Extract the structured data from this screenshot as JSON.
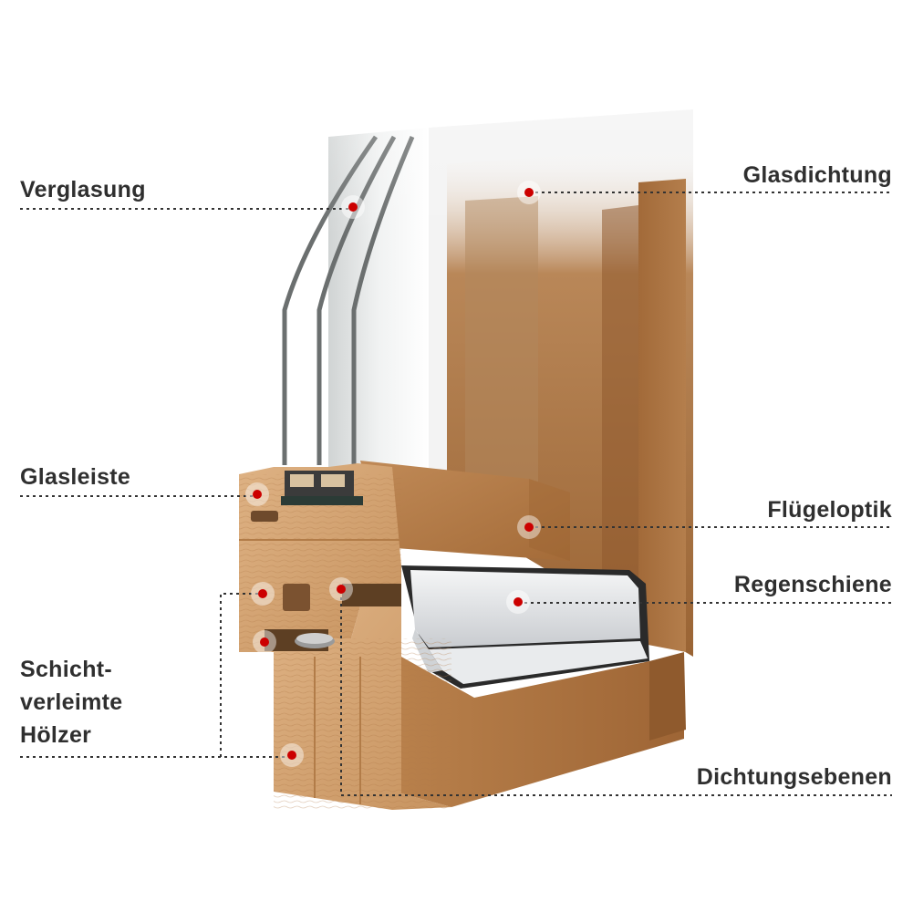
{
  "labels": {
    "verglasung": "Verglasung",
    "glasdichtung": "Glasdichtung",
    "glasleiste": "Glasleiste",
    "fluegeloptik": "Flügeloptik",
    "regenschiene": "Regenschiene",
    "hoelzer_line1": "Schicht-",
    "hoelzer_line2": "verleimte",
    "hoelzer_line3": "Hölzer",
    "dichtungsebenen": "Dichtungsebenen"
  },
  "colors": {
    "marker": "#cc0000",
    "leader": "#333333",
    "wood": "#a8703f",
    "aluminium": "#e6e8ea",
    "glass": "#d9dcdc"
  }
}
